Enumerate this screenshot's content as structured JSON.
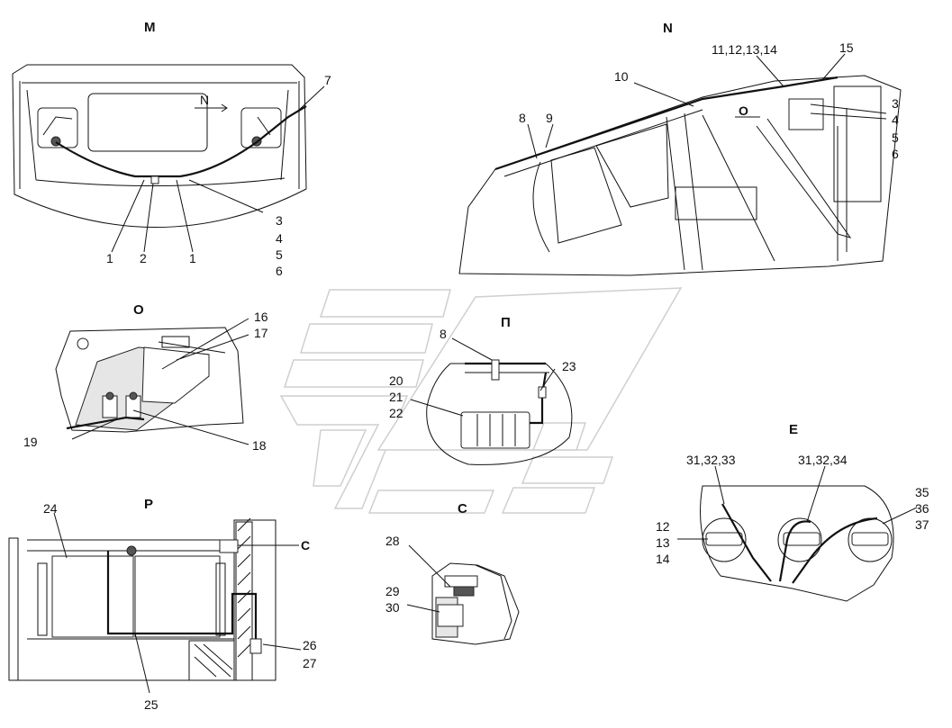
{
  "views": {
    "M": "M",
    "N": "N",
    "O": "O",
    "P_cyr": "П",
    "P": "P",
    "C": "C",
    "E": "E"
  },
  "markers": {
    "N_arrow": "N",
    "O_marker": "O",
    "C_marker": "C"
  },
  "callouts": {
    "m_1a": "1",
    "m_2": "2",
    "m_1b": "1",
    "m_3": "3",
    "m_4": "4",
    "m_5": "5",
    "m_6": "6",
    "m_7": "7",
    "n_8": "8",
    "n_9": "9",
    "n_10": "10",
    "n_11_14": "11,12,13,14",
    "n_15": "15",
    "n_3": "3",
    "n_4": "4",
    "n_5": "5",
    "n_6": "6",
    "o_16": "16",
    "o_17": "17",
    "o_18": "18",
    "o_19": "19",
    "p_8": "8",
    "p_20": "20",
    "p_21": "21",
    "p_22": "22",
    "p_23": "23",
    "e_31_33": "31,32,33",
    "e_31_34": "31,32,34",
    "e_12": "12",
    "e_13": "13",
    "e_14": "14",
    "e_35": "35",
    "e_36": "36",
    "e_37": "37",
    "r_24": "24",
    "r_25": "25",
    "r_26": "26",
    "r_27": "27",
    "c_28": "28",
    "c_29": "29",
    "c_30": "30"
  },
  "colors": {
    "line": "#111111",
    "shade": "#e6e6e6",
    "watermark": "#cfcfcf"
  }
}
